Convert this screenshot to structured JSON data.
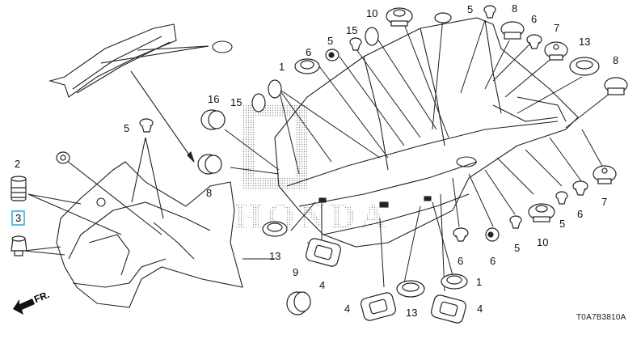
{
  "diagram": {
    "title": "Honda grommet parts diagram",
    "diagram_code": "T0A7B3810A",
    "direction_label": "FR.",
    "watermark": "HONDA",
    "highlight_color": "#5bbfe0",
    "highlighted_part": "3",
    "parts": [
      {
        "id": "p1",
        "number": "1"
      },
      {
        "id": "p2",
        "number": "2"
      },
      {
        "id": "p3",
        "number": "3"
      },
      {
        "id": "p4",
        "number": "4"
      },
      {
        "id": "p5",
        "number": "5"
      },
      {
        "id": "p6",
        "number": "6"
      },
      {
        "id": "p7",
        "number": "7"
      },
      {
        "id": "p8",
        "number": "8"
      },
      {
        "id": "p9",
        "number": "9"
      },
      {
        "id": "p10",
        "number": "10"
      },
      {
        "id": "p13",
        "number": "13"
      },
      {
        "id": "p15",
        "number": "15"
      },
      {
        "id": "p16",
        "number": "16"
      }
    ],
    "callouts": [
      {
        "label": "2"
      },
      {
        "label": "3"
      },
      {
        "label": "5"
      },
      {
        "label": "8"
      },
      {
        "label": "16"
      },
      {
        "label": "15"
      },
      {
        "label": "1"
      },
      {
        "label": "6"
      },
      {
        "label": "5"
      },
      {
        "label": "15"
      },
      {
        "label": "10"
      },
      {
        "label": "5"
      },
      {
        "label": "8"
      },
      {
        "label": "6"
      },
      {
        "label": "7"
      },
      {
        "label": "13"
      },
      {
        "label": "8"
      },
      {
        "label": "13"
      },
      {
        "label": "4"
      },
      {
        "label": "9"
      },
      {
        "label": "4"
      },
      {
        "label": "13"
      },
      {
        "label": "4"
      },
      {
        "label": "1"
      },
      {
        "label": "6"
      },
      {
        "label": "6"
      },
      {
        "label": "5"
      },
      {
        "label": "10"
      },
      {
        "label": "5"
      },
      {
        "label": "6"
      },
      {
        "label": "7"
      }
    ]
  }
}
